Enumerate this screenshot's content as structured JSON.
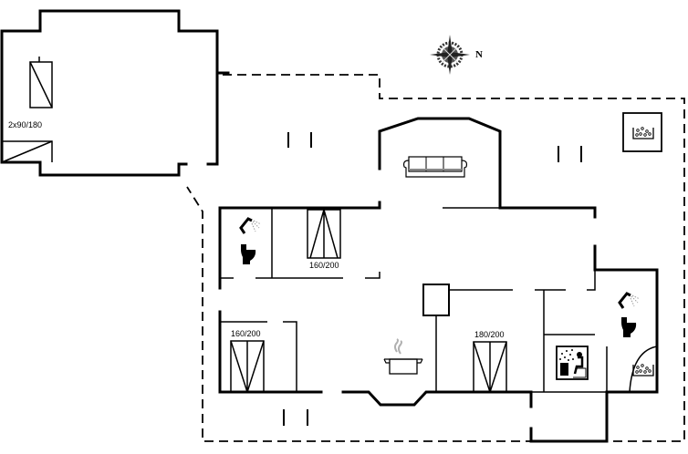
{
  "floorplan": {
    "compass": {
      "label": "N"
    },
    "rooms": [
      {
        "name": "annex-bedroom",
        "bed_label": "2x90/180"
      },
      {
        "name": "bedroom-1",
        "bed_label": "160/200"
      },
      {
        "name": "bedroom-2",
        "bed_label": "160/200"
      },
      {
        "name": "bedroom-3",
        "bed_label": "180/200"
      }
    ],
    "fixtures": [
      "sofa",
      "kitchen-pot",
      "shower-toilet",
      "shower-toilet",
      "spa-bath",
      "sauna",
      "outdoor-spa"
    ],
    "colors": {
      "wall": "#000000",
      "background": "#ffffff",
      "steam": "#b0b0b0"
    }
  }
}
